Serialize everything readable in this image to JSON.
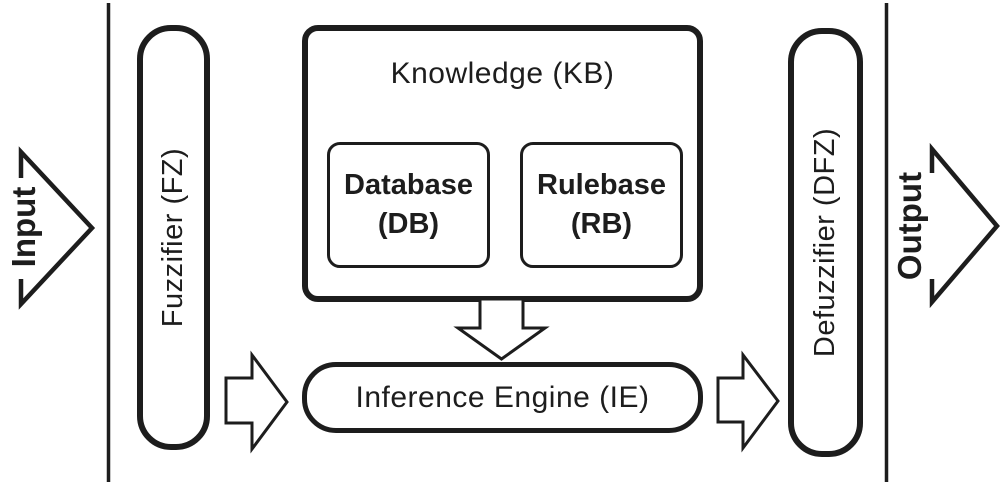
{
  "colors": {
    "ink": "#1d1d1d",
    "background": "#ffffff"
  },
  "io": {
    "input_label": "Input",
    "output_label": "Output"
  },
  "blocks": {
    "fuzzifier": {
      "label": "Fuzzifier (FZ)"
    },
    "knowledge": {
      "title": "Knowledge (KB)",
      "database": {
        "line1": "Database",
        "line2": "(DB)"
      },
      "rulebase": {
        "line1": "Rulebase",
        "line2": "(RB)"
      }
    },
    "inference": {
      "label": "Inference Engine (IE)"
    },
    "defuzzifier": {
      "label": "Defuzzifier (DFZ)"
    }
  }
}
